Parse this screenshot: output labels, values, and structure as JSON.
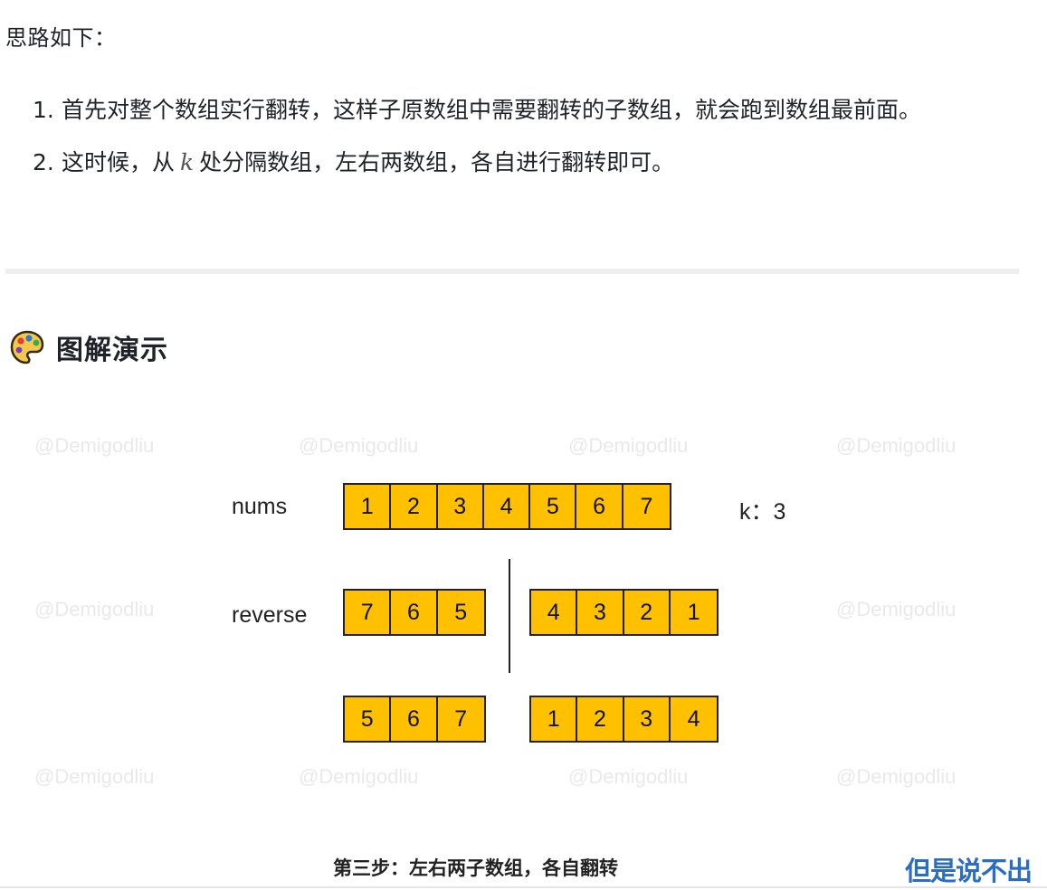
{
  "intro": "思路如下：",
  "steps": [
    {
      "num": "1.",
      "text": "首先对整个数组实行翻转，这样子原数组中需要翻转的子数组，就会跑到数组最前面。"
    },
    {
      "num": "2.",
      "text_before": "这时候，从",
      "math": "k",
      "text_after": "处分隔数组，左右两数组，各自进行翻转即可。"
    }
  ],
  "section": {
    "icon": "palette-icon",
    "title": "图解演示"
  },
  "figure": {
    "watermark": "@Demigodliu",
    "label_nums": "nums",
    "label_reverse": "reverse",
    "k_label": "k：3",
    "row1": [
      "1",
      "2",
      "3",
      "4",
      "5",
      "6",
      "7"
    ],
    "row2_left": [
      "7",
      "6",
      "5"
    ],
    "row2_right": [
      "4",
      "3",
      "2",
      "1"
    ],
    "row3_left": [
      "5",
      "6",
      "7"
    ],
    "row3_right": [
      "1",
      "2",
      "3",
      "4"
    ],
    "caption": "第三步：左右两子数组，各自翻转",
    "cell_color": "#ffc000"
  },
  "badge": "但是说不出"
}
